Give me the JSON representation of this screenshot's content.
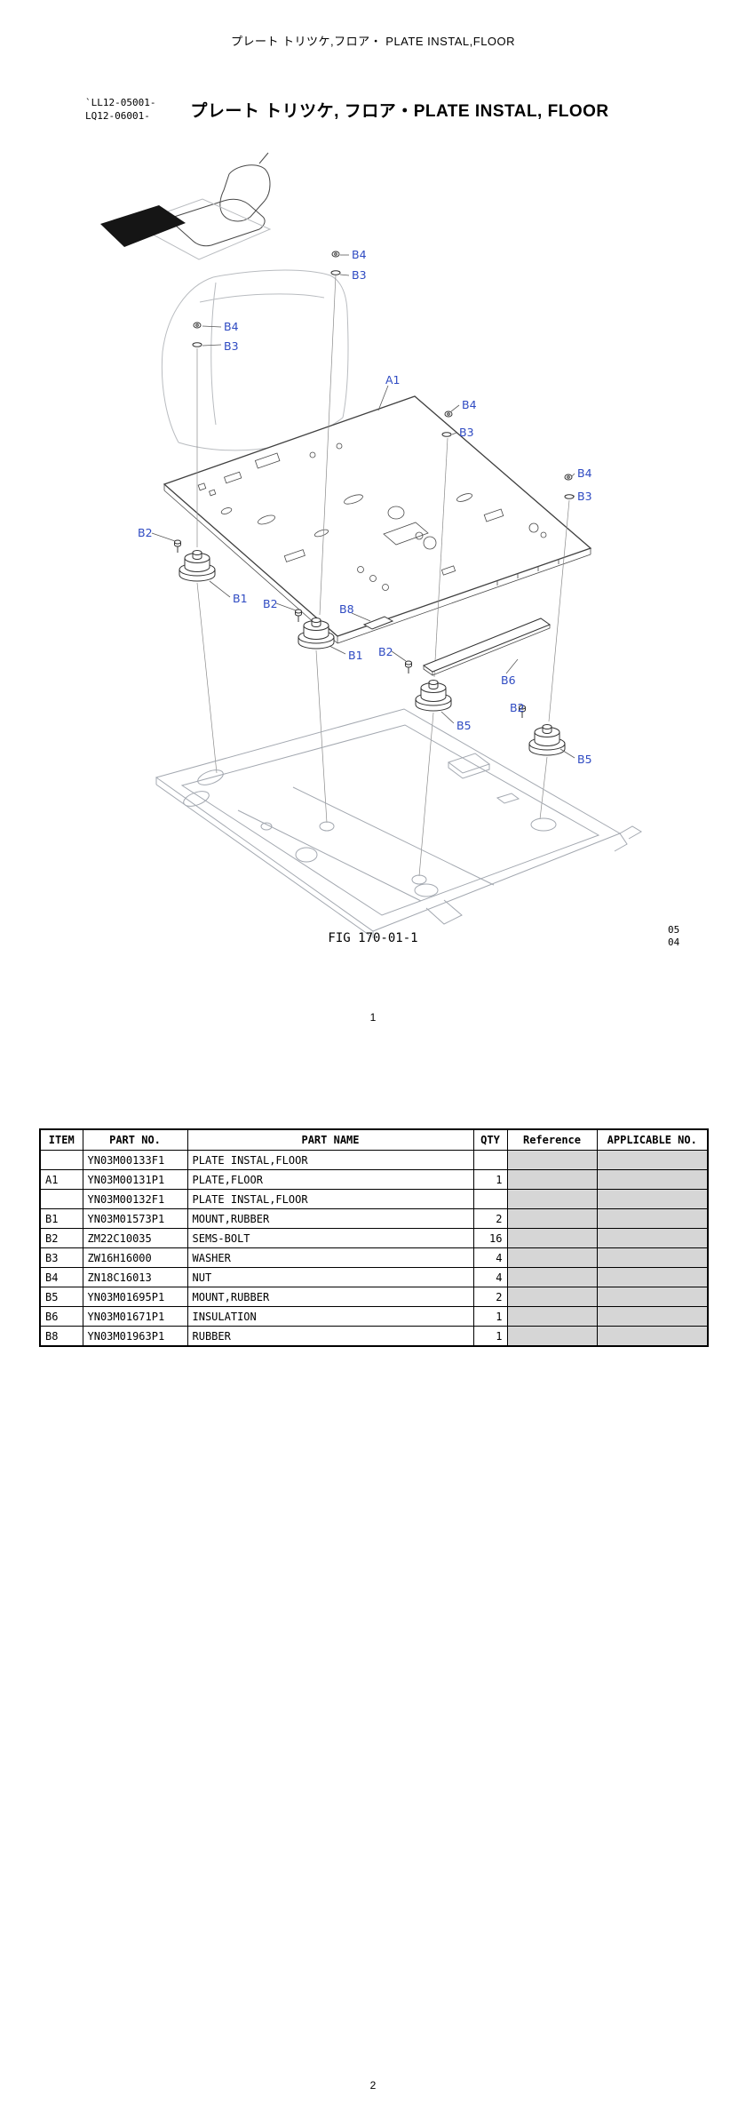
{
  "page": {
    "header_top": "プレート トリツケ,フロア・ PLATE INSTAL,FLOOR",
    "serial_codes": [
      "`LL12-05001-",
      "LQ12-06001-"
    ],
    "title": "プレート トリツケ, フロア・PLATE INSTAL, FLOOR",
    "page_number_middle": "1",
    "page_number_bottom": "2"
  },
  "diagram": {
    "fig_label": "FIG 170-01-1",
    "revision_marks": [
      "05",
      "04"
    ],
    "labels": {
      "A1": "A1",
      "B1": "B1",
      "B2": "B2",
      "B3": "B3",
      "B4": "B4",
      "B5": "B5",
      "B6": "B6",
      "B8": "B8"
    }
  },
  "colors": {
    "callout_blue": "#2e4ac2",
    "table_shade": "#d6d6d6",
    "drawing_dark": "#3f3f3f",
    "drawing_light": "#b9bcc0"
  },
  "table": {
    "columns": [
      "ITEM",
      "PART NO.",
      "PART NAME",
      "QTY",
      "Reference",
      "APPLICABLE NO."
    ],
    "rows": [
      {
        "item": "",
        "part_no": "YN03M00133F1",
        "part_name": "PLATE INSTAL,FLOOR",
        "qty": ""
      },
      {
        "item": "A1",
        "part_no": "YN03M00131P1",
        "part_name": "PLATE,FLOOR",
        "qty": "1"
      },
      {
        "item": "",
        "part_no": "YN03M00132F1",
        "part_name": "PLATE INSTAL,FLOOR",
        "qty": ""
      },
      {
        "item": "B1",
        "part_no": "YN03M01573P1",
        "part_name": "MOUNT,RUBBER",
        "qty": "2"
      },
      {
        "item": "B2",
        "part_no": "ZM22C10035",
        "part_name": "SEMS-BOLT",
        "qty": "16"
      },
      {
        "item": "B3",
        "part_no": "ZW16H16000",
        "part_name": "WASHER",
        "qty": "4"
      },
      {
        "item": "B4",
        "part_no": "ZN18C16013",
        "part_name": "NUT",
        "qty": "4"
      },
      {
        "item": "B5",
        "part_no": "YN03M01695P1",
        "part_name": "MOUNT,RUBBER",
        "qty": "2"
      },
      {
        "item": "B6",
        "part_no": "YN03M01671P1",
        "part_name": "INSULATION",
        "qty": "1"
      },
      {
        "item": "B8",
        "part_no": "YN03M01963P1",
        "part_name": "RUBBER",
        "qty": "1"
      }
    ]
  }
}
